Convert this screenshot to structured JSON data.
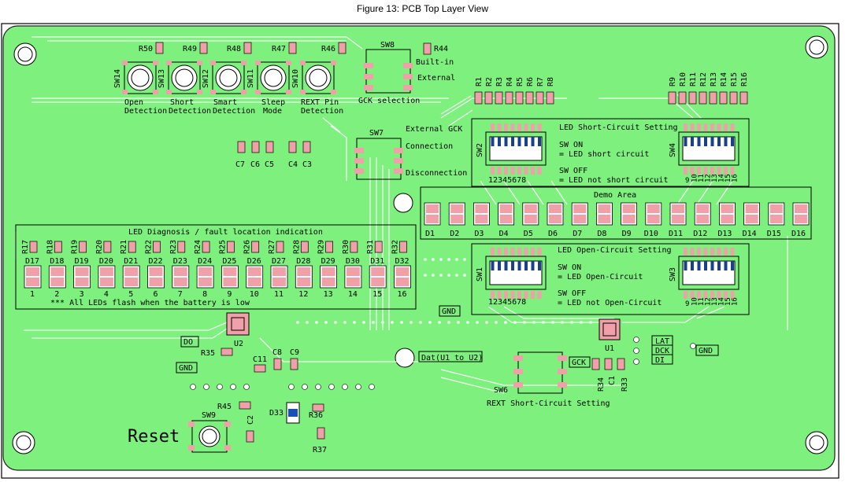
{
  "figure_title": "Figure 13: PCB Top Layer View",
  "colors": {
    "board": "#7ef07e",
    "pad": "#f0a0a8",
    "trace": "#ffffff",
    "silk": "#000000",
    "outline": "#222222"
  },
  "labels": {
    "sw14_name": "SW14",
    "sw13_name": "SW13",
    "sw12_name": "SW12",
    "sw11_name": "SW11",
    "sw10_name": "SW10",
    "r50": "R50",
    "r49": "R49",
    "r48": "R48",
    "r47": "R47",
    "r46": "R46",
    "open_1": "Open",
    "open_2": "Detection",
    "short_1": "Short",
    "short_2": "Detection",
    "smart_1": "Smart",
    "smart_2": "Detection",
    "sleep_1": "Sleep",
    "sleep_2": "Mode",
    "rext_1": "REXT Pin",
    "rext_2": "Detection",
    "sw8": "SW8",
    "r44": "R44",
    "builtin": "Built-in",
    "external": "External",
    "gck_sel": "GCK selection",
    "ext_gck": "External GCK",
    "sw7": "SW7",
    "connection": "Connection",
    "disconnection": "Disconnection",
    "c7": "C7",
    "c6": "C6",
    "c5": "C5",
    "c4": "C4",
    "c3": "C3",
    "r_left": [
      "R1",
      "R2",
      "R3",
      "R4",
      "R5",
      "R6",
      "R7",
      "R8"
    ],
    "r_right": [
      "R9",
      "R10",
      "R11",
      "R12",
      "R13",
      "R14",
      "R15",
      "R16"
    ],
    "led_short_title": "LED Short-Circuit Setting",
    "sw_on": "SW ON",
    "eq_short": "= LED short circuit",
    "sw_off": "SW OFF",
    "eq_not_short": "= LED not short circuit",
    "sw2": "SW2",
    "sw4": "SW4",
    "sw1": "SW1",
    "sw3": "SW3",
    "dip_num_left": "12345678",
    "dip_num_right": [
      "9",
      "10",
      "11",
      "12",
      "13",
      "14",
      "15",
      "16"
    ],
    "demo_area": "Demo Area",
    "demo_leds": [
      "D1",
      "D2",
      "D3",
      "D4",
      "D5",
      "D6",
      "D7",
      "D8",
      "D9",
      "D10",
      "D11",
      "D12",
      "D13",
      "D14",
      "D15",
      "D16"
    ],
    "led_open_title": "LED Open-Circuit Setting",
    "eq_open": "= LED Open-Circuit",
    "eq_not_open": "= LED not Open-Circuit",
    "diag_title": "LED Diagnosis / fault location indication",
    "diag_r": [
      "R17",
      "R18",
      "R19",
      "R20",
      "R21",
      "R22",
      "R23",
      "R24",
      "R25",
      "R26",
      "R27",
      "R28",
      "R29",
      "R30",
      "R31",
      "R32"
    ],
    "diag_d": [
      "D17",
      "D18",
      "D19",
      "D20",
      "D21",
      "D22",
      "D23",
      "D24",
      "D25",
      "D26",
      "D27",
      "D28",
      "D29",
      "D30",
      "D31",
      "D32"
    ],
    "diag_n": [
      "1",
      "2",
      "3",
      "4",
      "5",
      "6",
      "7",
      "8",
      "9",
      "10",
      "11",
      "12",
      "13",
      "14",
      "15",
      "16"
    ],
    "battery_note": "*** All LEDs flash when the battery is low",
    "gnd": "GND",
    "do": "DO",
    "u2": "U2",
    "u1": "U1",
    "r35": "R35",
    "c8": "C8",
    "c9": "C9",
    "c11": "C11",
    "dat": "Dat(U1 to U2)",
    "gck": "GCK",
    "lat": "LAT",
    "dck": "DCK",
    "di": "DI",
    "r34": "R34",
    "c1": "C1",
    "r33": "R33",
    "sw6": "SW6",
    "rext_short": "REXT Short-Circuit Setting",
    "r45": "R45",
    "c2": "C2",
    "d33": "D33",
    "r36": "R36",
    "r37": "R37",
    "sw9": "SW9",
    "reset": "Reset"
  }
}
